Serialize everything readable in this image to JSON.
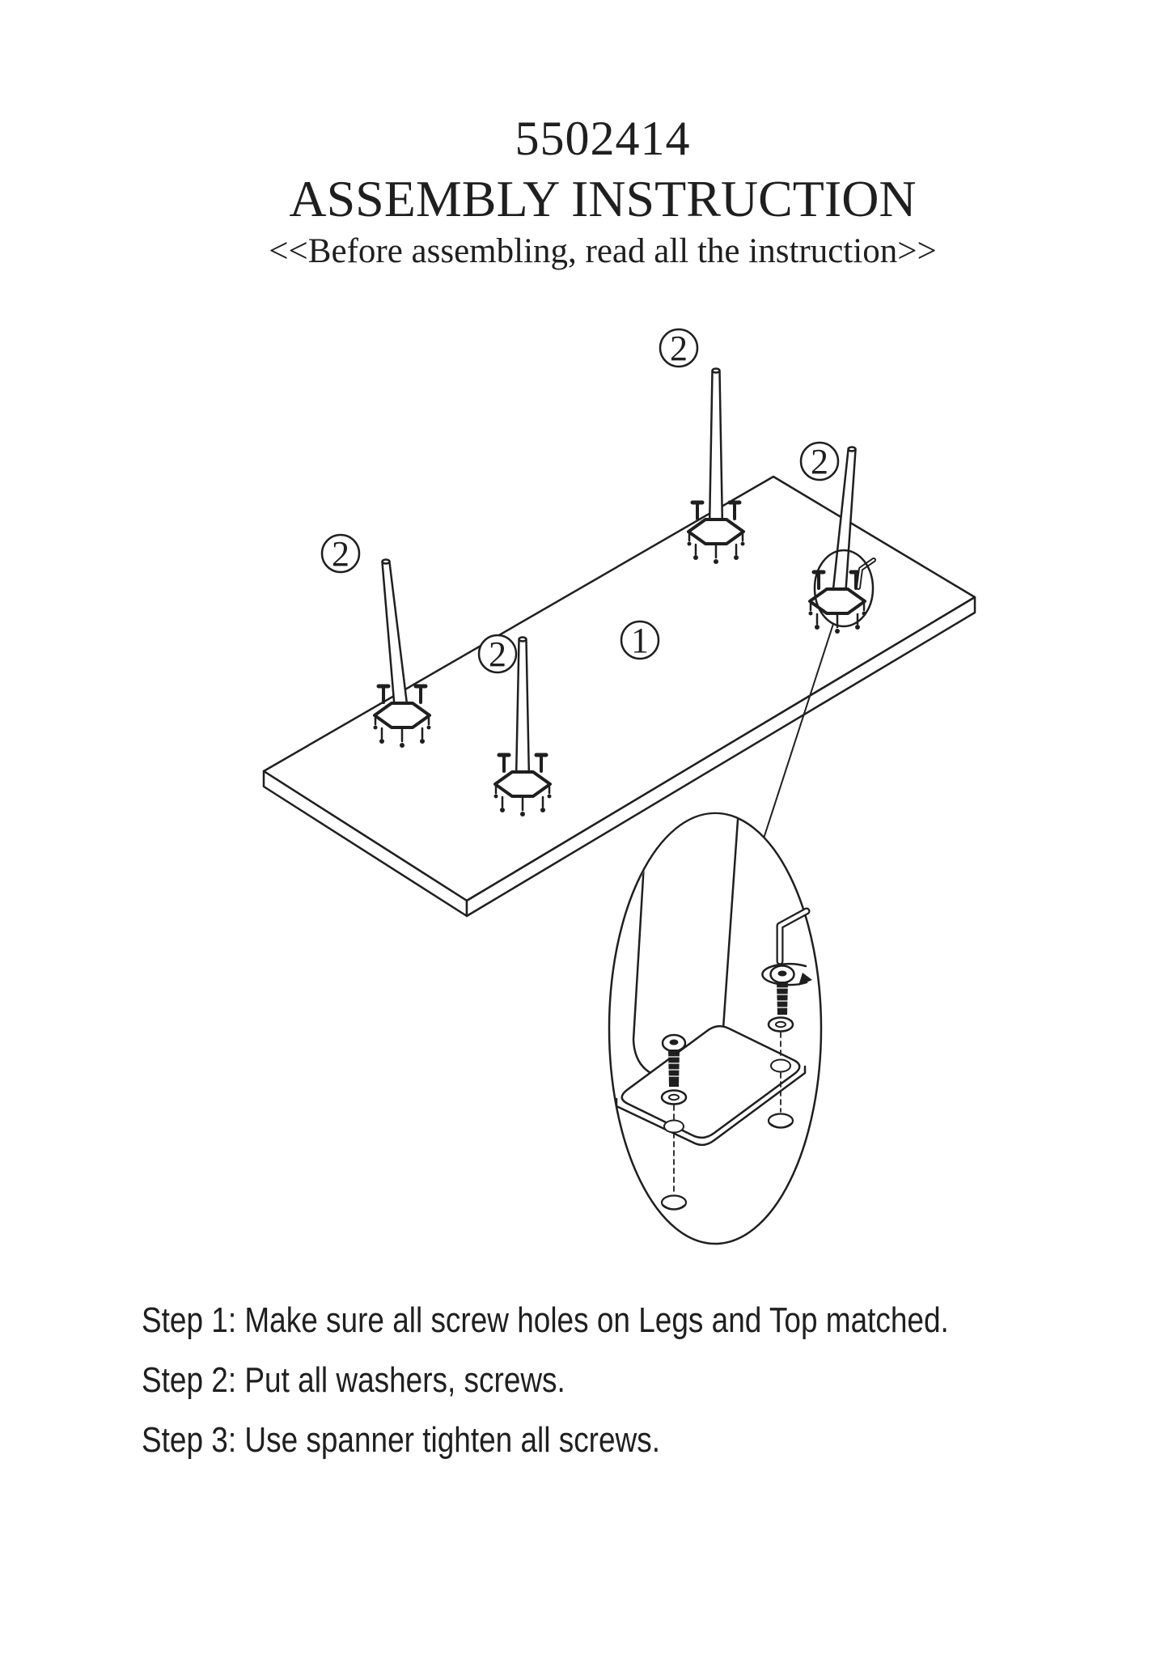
{
  "page": {
    "product_number": "5502414",
    "title": "ASSEMBLY INSTRUCTION",
    "subtitle": "<<Before assembling, read all the instruction>>"
  },
  "diagram": {
    "callouts": [
      {
        "label": "2"
      },
      {
        "label": "2"
      },
      {
        "label": "2"
      },
      {
        "label": "2"
      },
      {
        "label": "1"
      }
    ]
  },
  "steps": [
    {
      "label": "Step 1: Make sure all screw holes on Legs and Top matched."
    },
    {
      "label": "Step 2: Put all washers, screws."
    },
    {
      "label": "Step 3: Use spanner tighten all screws."
    }
  ],
  "colors": {
    "ink": "#1f1f1f",
    "paper": "#ffffff"
  }
}
